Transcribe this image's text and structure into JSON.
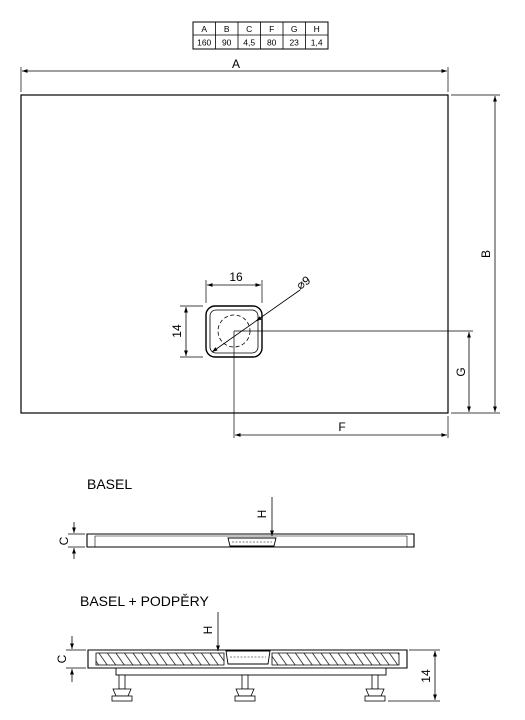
{
  "dimension_table": {
    "headers": [
      "A",
      "B",
      "C",
      "F",
      "G",
      "H"
    ],
    "values": [
      "160",
      "90",
      "4,5",
      "80",
      "23",
      "1,4"
    ]
  },
  "plan_view": {
    "label_a": "A",
    "label_b": "B",
    "label_f": "F",
    "label_g": "G",
    "label_drain_width": "16",
    "label_drain_height": "14",
    "label_drain_diameter": "⌀9"
  },
  "section_basel": {
    "title": "BASEL",
    "label_c": "C",
    "label_h": "H"
  },
  "section_basel_supports": {
    "title": "BASEL + PODPĚRY",
    "label_c": "C",
    "label_h": "H",
    "label_height": "14"
  }
}
